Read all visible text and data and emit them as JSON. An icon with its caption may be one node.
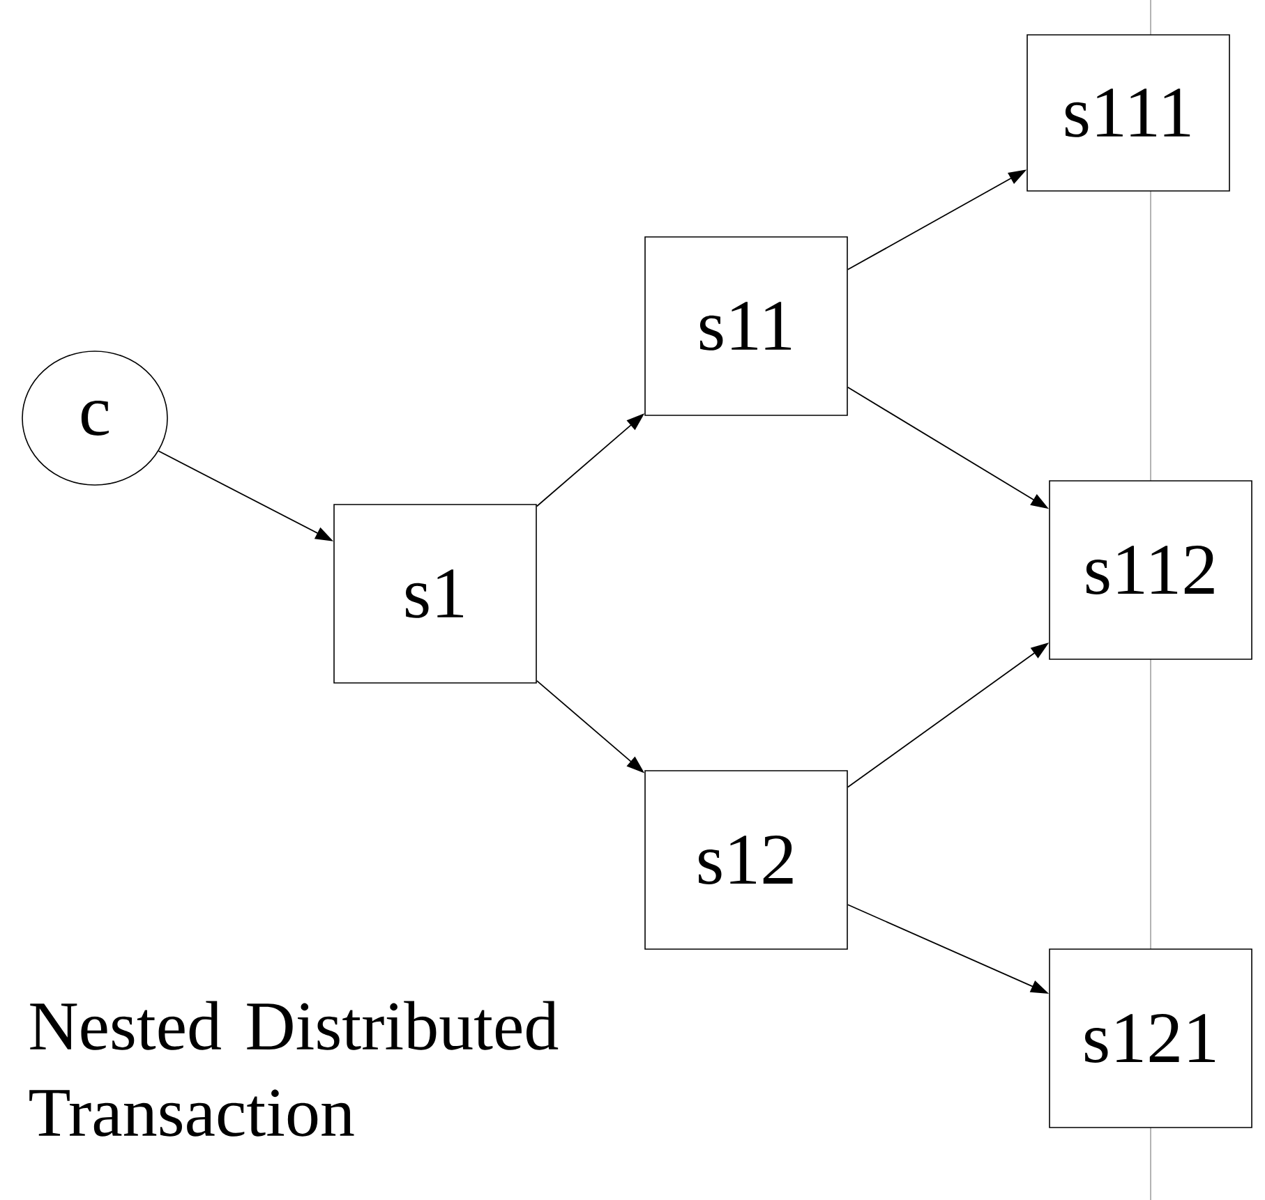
{
  "diagram": {
    "title": "Nested Distributed Transaction",
    "nodes": [
      {
        "text": [
          "c"
        ]
      },
      {
        "text": [
          "s1"
        ]
      },
      {
        "text": [
          "s11"
        ]
      },
      {
        "text": [
          "s12"
        ]
      },
      {
        "text": [
          "s111"
        ]
      },
      {
        "text": [
          "s112"
        ]
      },
      {
        "text": [
          "s121"
        ]
      }
    ],
    "edges": [
      {
        "from": 0,
        "to": 1,
        "arrow": "to"
      },
      {
        "from": 1,
        "to": 2,
        "arrow": "to"
      },
      {
        "from": 1,
        "to": 3,
        "arrow": "to"
      },
      {
        "from": 2,
        "to": 4,
        "arrow": "to"
      },
      {
        "from": 2,
        "to": 5,
        "arrow": "to"
      },
      {
        "from": 3,
        "to": 5,
        "arrow": "to"
      },
      {
        "from": 3,
        "to": 6,
        "arrow": "to"
      }
    ]
  }
}
